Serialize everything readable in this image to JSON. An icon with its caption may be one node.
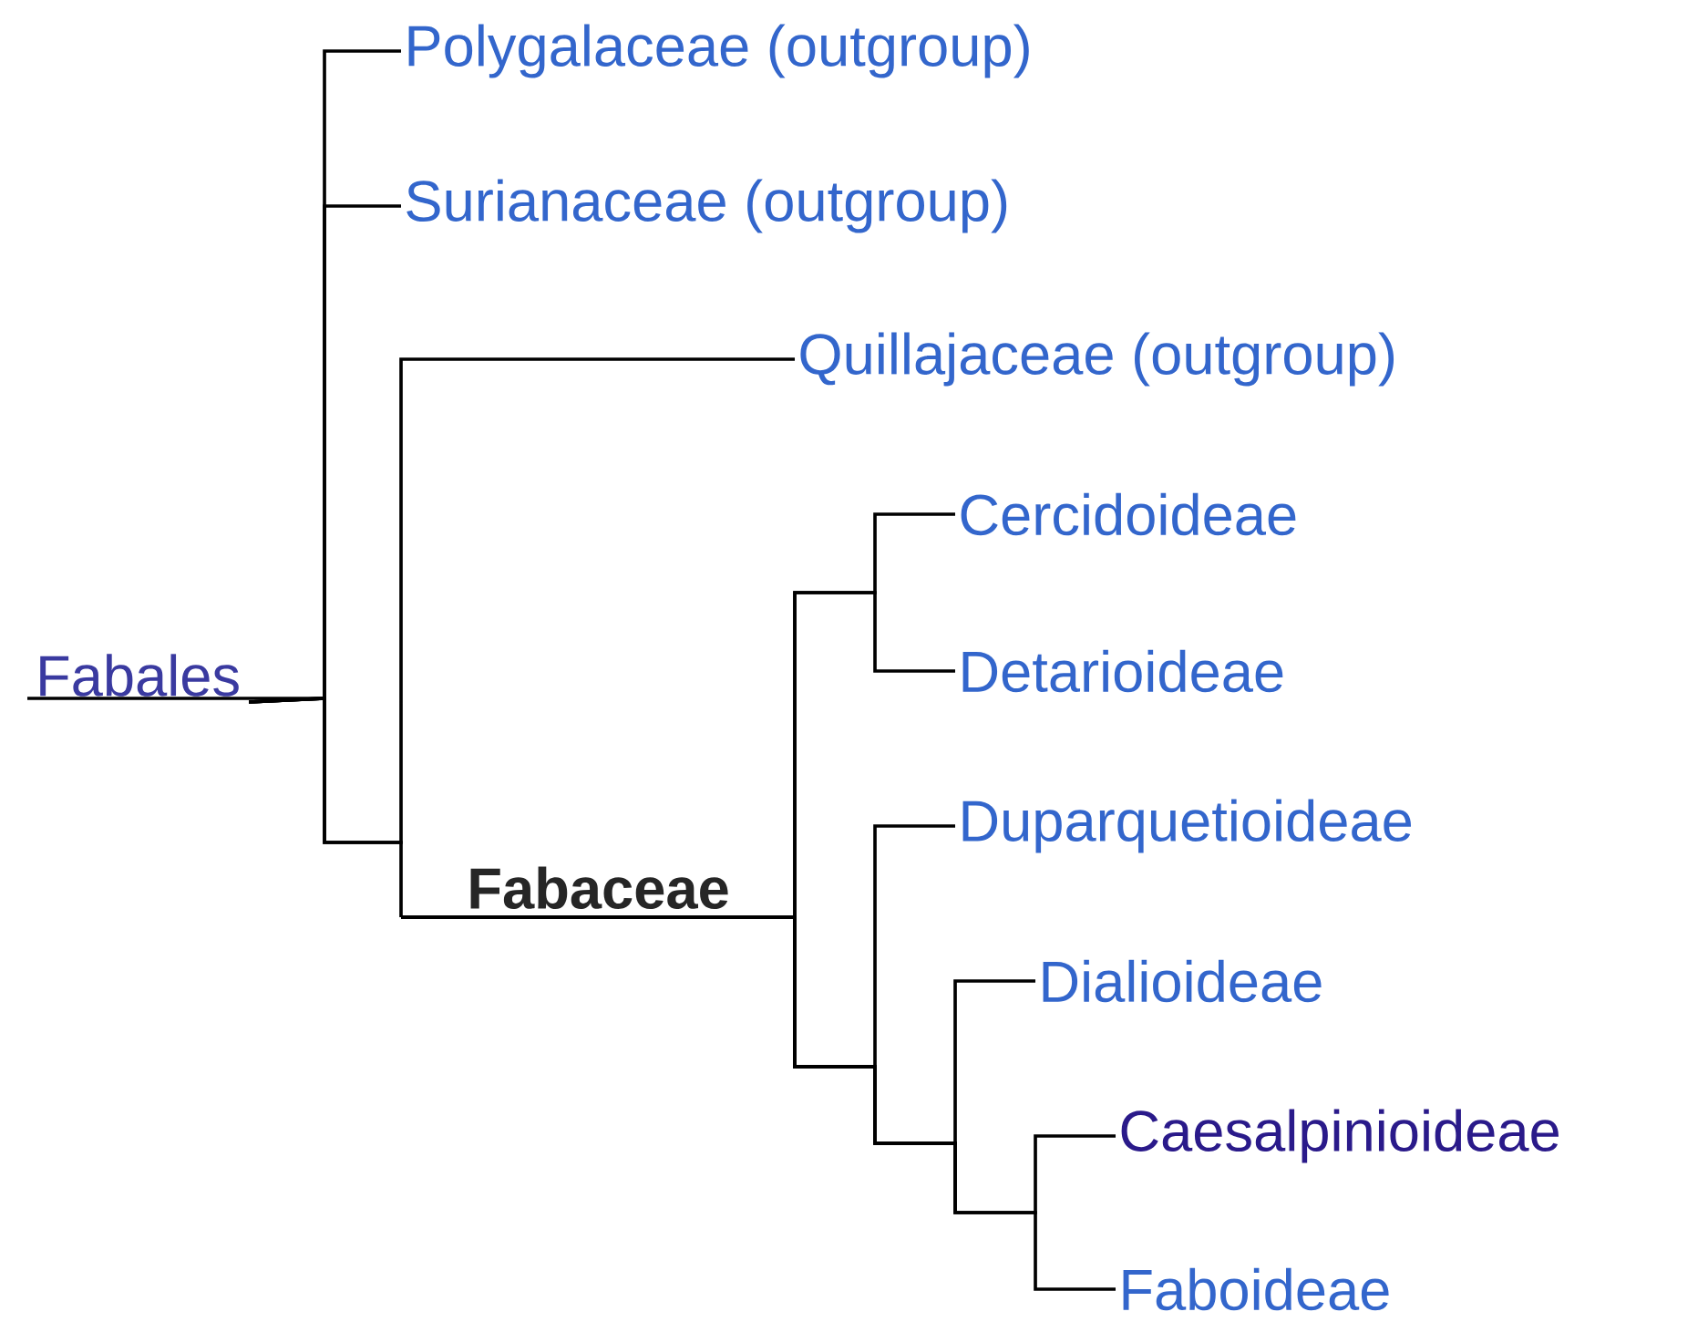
{
  "diagram": {
    "nodes": [
      {
        "text": [
          "Fabales"
        ]
      },
      {
        "text": [
          "Polygalaceae (outgroup)"
        ]
      },
      {
        "text": [
          "Surianaceae (outgroup)"
        ]
      },
      {
        "text": [
          "Quillajaceae (outgroup)"
        ]
      },
      {
        "text": [
          "Fabaceae"
        ]
      },
      {
        "text": [
          "Cercidoideae"
        ]
      },
      {
        "text": [
          "Detarioideae"
        ]
      },
      {
        "text": [
          "Duparquetioideae"
        ]
      },
      {
        "text": [
          "Dialioideae"
        ]
      },
      {
        "text": [
          "Caesalpinioideae"
        ]
      },
      {
        "text": [
          "Faboideae"
        ]
      }
    ],
    "edges": [
      {
        "from": 0,
        "to": 1,
        "arrow": "none"
      },
      {
        "from": 0,
        "to": 2,
        "arrow": "none"
      },
      {
        "from": 0,
        "to": 3,
        "arrow": "none"
      },
      {
        "from": 0,
        "to": 4,
        "arrow": "none"
      },
      {
        "from": 4,
        "to": 5,
        "arrow": "none"
      },
      {
        "from": 4,
        "to": 6,
        "arrow": "none"
      },
      {
        "from": 4,
        "to": 7,
        "arrow": "none"
      },
      {
        "from": 4,
        "to": 8,
        "arrow": "none"
      },
      {
        "from": 4,
        "to": 9,
        "arrow": "none"
      },
      {
        "from": 4,
        "to": 10,
        "arrow": "none"
      }
    ]
  }
}
